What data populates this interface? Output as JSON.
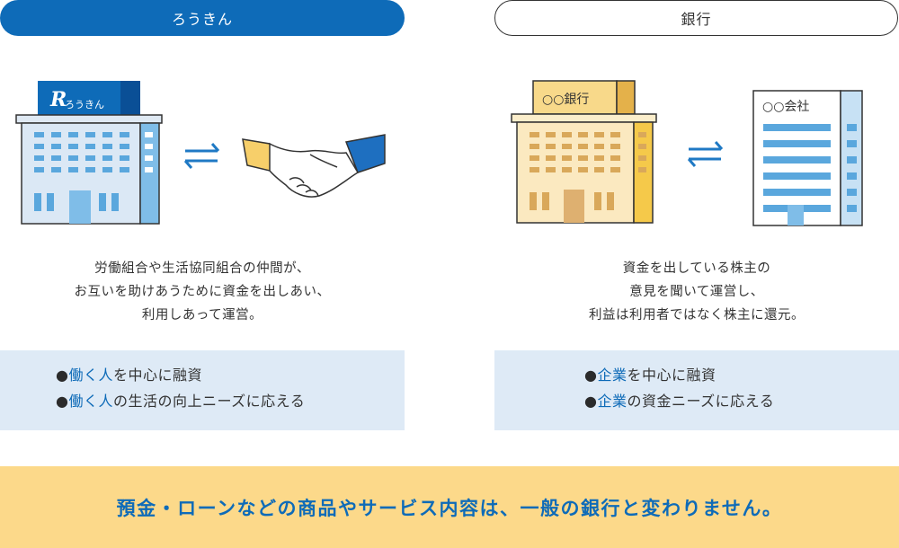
{
  "left": {
    "header": "ろうきん",
    "logo_text": "ろうきん",
    "description": [
      "労働組合や生活協同組合の仲間が、",
      "お互いを助けあうために資金を出しあい、",
      "利用しあって運営。"
    ],
    "points": [
      {
        "bullet": "●",
        "highlight": "働く人",
        "rest": "を中心に融資"
      },
      {
        "bullet": "●",
        "highlight": "働く人",
        "rest": "の生活の向上ニーズに応える"
      }
    ]
  },
  "right": {
    "header": "銀行",
    "bank_sign": "○○銀行",
    "company_sign": "○○会社",
    "description": [
      "資金を出している株主の",
      "意見を聞いて運営し、",
      "利益は利用者ではなく株主に還元。"
    ],
    "points": [
      {
        "bullet": "●",
        "highlight": "企業",
        "rest": "を中心に融資"
      },
      {
        "bullet": "●",
        "highlight": "企業",
        "rest": "の資金ニーズに応える"
      }
    ]
  },
  "banner": "預金・ローンなどの商品やサービス内容は、一般の銀行と変わりません。",
  "colors": {
    "accent_blue": "#0e6bb8",
    "light_blue": "#deeaf6",
    "yellow": "#fcd98a"
  }
}
